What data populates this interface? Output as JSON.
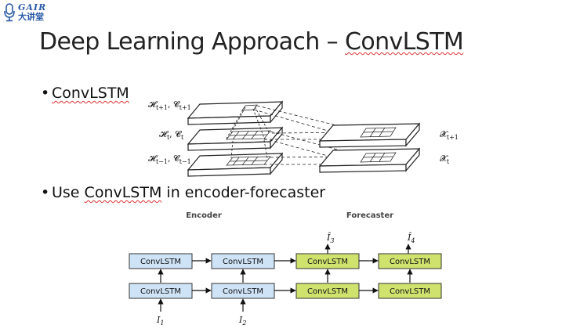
{
  "logo": {
    "brand": "GAIR",
    "cn_name": "大讲堂"
  },
  "slide": {
    "title_prefix": "Deep Learning Approach – ",
    "title_term": "ConvLSTM",
    "bullets": [
      {
        "term": "ConvLSTM",
        "prefix": "",
        "suffix": ""
      },
      {
        "prefix": "Use ",
        "term": "ConvLSTM",
        "suffix": " in encoder-forecaster"
      }
    ]
  },
  "stack_diagram": {
    "left_labels": [
      {
        "H": "𝓗",
        "C": "𝓒",
        "sub": "t+1"
      },
      {
        "H": "𝓗",
        "C": "𝓒",
        "sub": "t"
      },
      {
        "H": "𝓗",
        "C": "𝓒",
        "sub": "t−1"
      }
    ],
    "right_labels": [
      {
        "X": "𝓧",
        "sub": "t+1"
      },
      {
        "X": "𝓧",
        "sub": "t"
      }
    ]
  },
  "encoder_forecaster": {
    "encoder_title": "Encoder",
    "forecaster_title": "Forecaster",
    "cell_label": "ConvLSTM",
    "encoder_color": "#cfe3f7",
    "forecaster_color": "#cfe26e",
    "inputs": [
      {
        "sym": "I",
        "sub": "1"
      },
      {
        "sym": "I",
        "sub": "2"
      }
    ],
    "outputs": [
      {
        "sym": "Î",
        "sub": "3"
      },
      {
        "sym": "Î",
        "sub": "4"
      }
    ]
  }
}
